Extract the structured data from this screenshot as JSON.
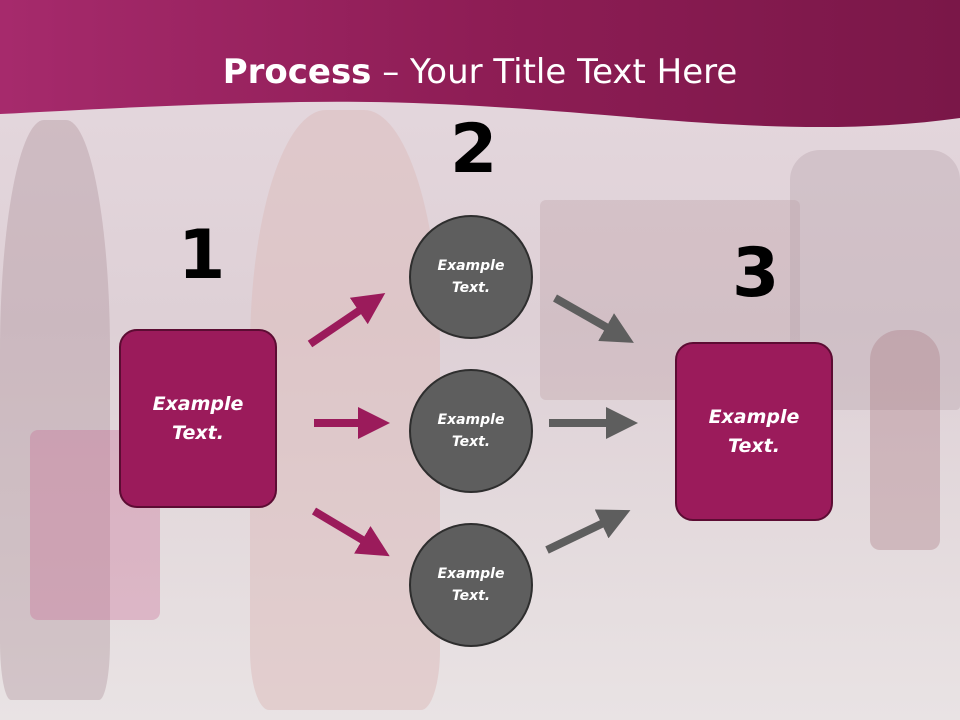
{
  "colors": {
    "accent": "#9b1b5b",
    "header": "#8e1d55",
    "circle": "#5e5e5e",
    "gray_arrow": "#5e5e5e"
  },
  "title": {
    "bold": "Process",
    "rest": " – Your Title Text Here"
  },
  "steps": {
    "step1": {
      "number": "1",
      "text_line1": "Example",
      "text_line2": "Text."
    },
    "step2": {
      "number": "2"
    },
    "step3": {
      "number": "3",
      "text_line1": "Example",
      "text_line2": "Text."
    }
  },
  "circles": [
    {
      "line1": "Example",
      "line2": "Text."
    },
    {
      "line1": "Example",
      "line2": "Text."
    },
    {
      "line1": "Example",
      "line2": "Text."
    }
  ]
}
